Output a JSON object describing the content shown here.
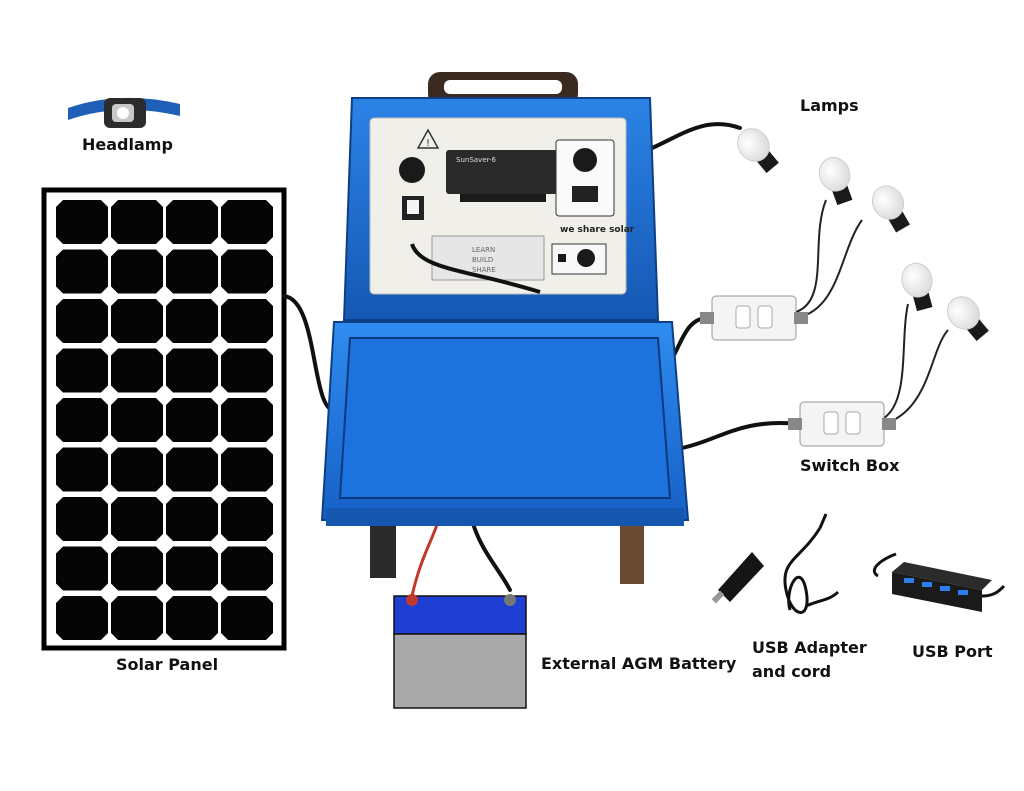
{
  "labels": {
    "headlamp": "Headlamp",
    "lamps": "Lamps",
    "solar_panel": "Solar Panel",
    "switch_box": "Switch Box",
    "battery": "External AGM Battery",
    "usb_adapter": "USB Adapter and cord",
    "usb_port": "USB Port"
  },
  "case_panel": {
    "brand": "we share solar",
    "motto": [
      "LEARN",
      "BUILD",
      "SHARE"
    ],
    "controller_brand": "SunSaver-6"
  },
  "colors": {
    "case_blue": "#1e6fd0",
    "panel_black": "#050505",
    "battery_blue": "#1f3ed2",
    "battery_gray": "#a9a9a9",
    "cable": "#111111"
  },
  "icons": [
    "headlamp-icon",
    "light-bulb-icon",
    "car-charger-icon",
    "usb-hub-icon",
    "warning-icon"
  ]
}
